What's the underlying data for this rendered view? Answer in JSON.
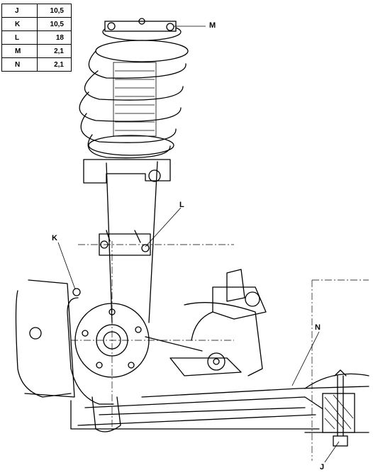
{
  "torque_table": {
    "rows": [
      {
        "label": "J",
        "value": "10,5"
      },
      {
        "label": "K",
        "value": "10,5"
      },
      {
        "label": "L",
        "value": "18"
      },
      {
        "label": "M",
        "value": "2,1"
      },
      {
        "label": "N",
        "value": "2,1"
      }
    ]
  },
  "callouts": {
    "m": "M",
    "l": "L",
    "k": "K",
    "n": "N",
    "j": "J"
  }
}
